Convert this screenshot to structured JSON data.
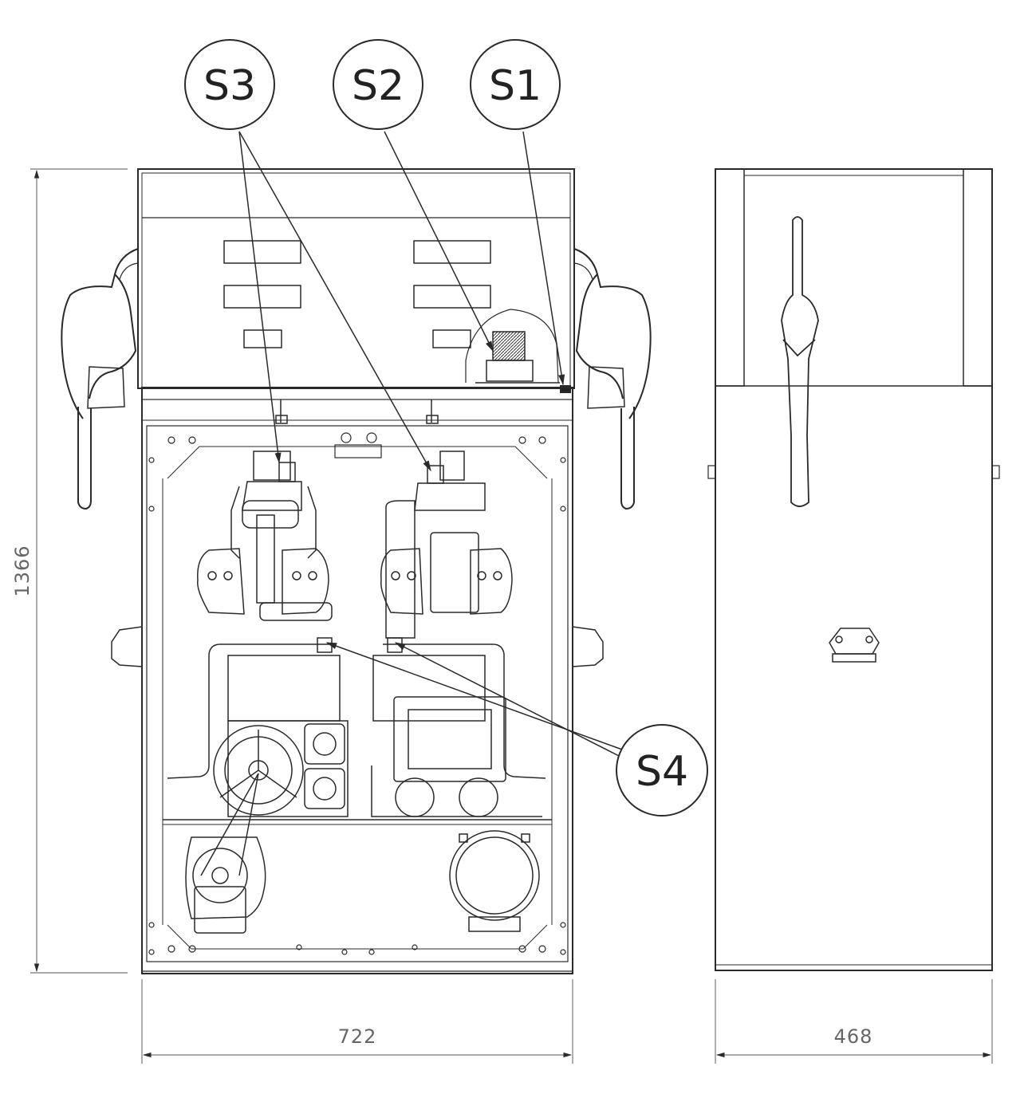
{
  "callouts": {
    "s1": "S1",
    "s2": "S2",
    "s3": "S3",
    "s4": "S4"
  },
  "dimensions": {
    "height": "1366",
    "front_width": "722",
    "side_width": "468"
  },
  "colors": {
    "line": "#2a2a2a",
    "dimension": "#777777",
    "background": "#ffffff"
  }
}
